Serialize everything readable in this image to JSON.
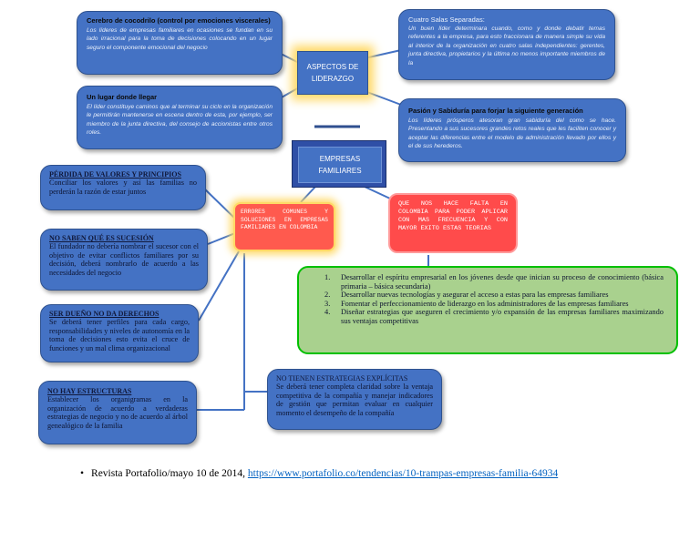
{
  "center": {
    "title": "ASPECTOS DE LIDERAZGO",
    "empresas": "EMPRESAS FAMILIARES"
  },
  "top_left_1": {
    "title": "Cerebro de cocodrilo (control por emociones viscerales)",
    "body": "Los líderes de empresas familiares en ocasiones se fundan en su lado irracional para la toma de decisiones colocando en un lugar seguro el componente emocional del negocio"
  },
  "top_left_2": {
    "title": "Un lugar donde llegar",
    "body": "El líder constituye caminos que al terminar su ciclo en la organización le permitirán mantenerse en escena dentro de esta, por ejemplo, ser miembro de la junta directiva, del consejo de accionistas entre otros roles."
  },
  "top_right_1": {
    "title": "Cuatro Salas Separadas:",
    "body": "Un buen líder determinara cuando, como y donde debatir temas referentes a la empresa, para esto fraccionara de manera simple su vida al interior de la organización en cuatro salas independientes: gerentes, junta directiva, propietarios y la última no menos importante miembros de la"
  },
  "top_right_2": {
    "title": "Pasión y Sabiduría para forjar la siguiente generación",
    "body": "Los líderes prósperos atesoran gran sabiduría del como se hace. Presentando a sus sucesores grandes retos reales que les faciliten conocer y aceptar las diferencias entre el modelo de administración llevado por ellos y el de sus herederos."
  },
  "errores": {
    "text": "ERRORES COMUNES Y SOLUCIONES EN EMPRESAS FAMILIARES EN COLOMBIA"
  },
  "que_falta": {
    "text": "QUE NOS HACE FALTA EN COLOMBIA PARA PODER APLICAR CON MAS FRECUENCIA Y CON MAYOR EXITO ESTAS TEORIAS"
  },
  "green_list": {
    "items": [
      "Desarrollar el espíritu empresarial en los jóvenes desde que inician su proceso de conocimiento (básica primaria – básica secundaria)",
      "Desarrollar nuevas tecnologías y asegurar el acceso a estas para las empresas familiares",
      "Fomentar el perfeccionamiento de liderazgo en los administradores de las empresas familiares",
      "Diseñar estrategias que aseguren el crecimiento y/o expansión de las empresas familiares maximizando sus ventajas competitivas"
    ],
    "numbers": [
      "1.",
      "2.",
      "3.",
      "4."
    ]
  },
  "left_boxes": [
    {
      "title": "PÉRDIDA DE VALORES Y PRINCIPIOS",
      "body": "Conciliar los valores y así las familias no perderán la razón de estar juntos"
    },
    {
      "title": "NO SABEN QUÉ ES SUCESIÓN",
      "body": "El fundador no debería nombrar el sucesor con el objetivo de evitar conflictos familiares por su decisión, deberá nombrarlo de acuerdo a las necesidades del negocio"
    },
    {
      "title": "SER DUEÑO NO DA DERECHOS",
      "body": "Se deberá tener perfiles para cada cargo, responsabilidades y niveles de autonomía en la toma de decisiones esto evita el cruce de funciones y un mal clima organizacional"
    },
    {
      "title": "NO HAY ESTRUCTURAS",
      "body": "Establecer los organigramas en la organización de acuerdo a verdaderas estrategias de negocio y no de acuerdo al árbol genealógico de la familia"
    }
  ],
  "estrategias": {
    "title": "NO TIENEN ESTRATEGIAS EXPLÍCITAS",
    "body": "Se deberá tener completa claridad sobre la ventaja competitiva de la compañía y manejar indicadores de gestión que permitan evaluar en cualquier momento el desempeño de la compañía"
  },
  "reference": {
    "bullet": "•",
    "text": "Revista Portafolio/mayo 10 de 2014, ",
    "link": "https://www.portafolio.co/tendencias/10-trampas-empresas-familia-64934"
  },
  "colors": {
    "box_blue": "#4472c4",
    "error_red": "#ff5a4e",
    "green_fill": "#a9d18e",
    "green_border": "#00c000",
    "glow_yellow": "#ffd966"
  }
}
